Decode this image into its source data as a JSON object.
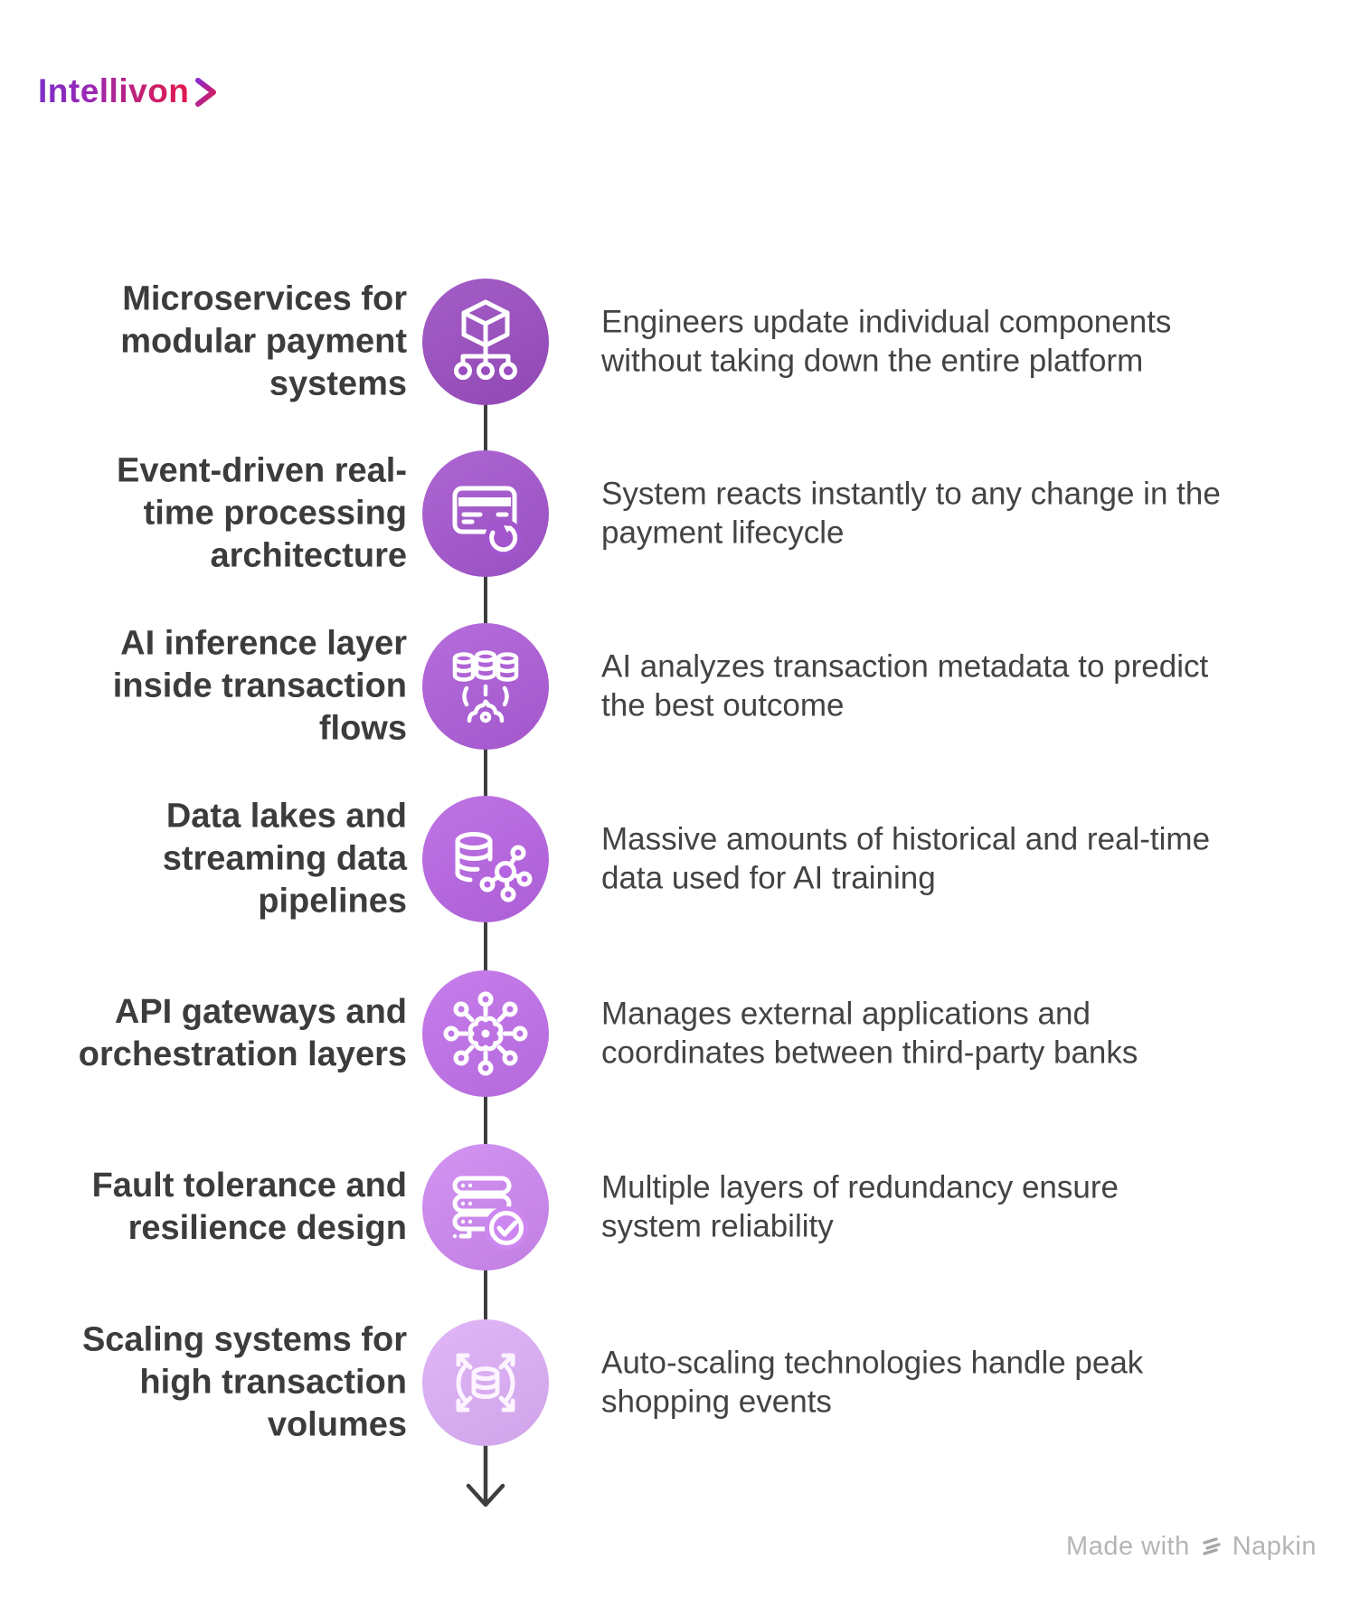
{
  "logo": {
    "text": "Intellivon"
  },
  "colors": {
    "logo_gradient_from": "#7d2ec8",
    "logo_gradient_to": "#e01a4f",
    "title_text": "#3c3c3c",
    "description_text": "#434343",
    "connector": "#3e3e40",
    "icon_stroke": "#ffffff",
    "footer_text": "#b5b5b5"
  },
  "timeline": {
    "rows": [
      {
        "title": "Microservices for\nmodular payment\nsystems",
        "description": "Engineers update individual components\nwithout taking down the entire platform",
        "icon": "cube-hierarchy-icon",
        "circle_color": "#9a4cc0"
      },
      {
        "title": "Event-driven real-\ntime processing\narchitecture",
        "description": "System reacts instantly to any change in the\npayment lifecycle",
        "icon": "card-sync-icon",
        "circle_color": "#a355cd"
      },
      {
        "title": "AI inference layer\ninside transaction\nflows",
        "description": "AI analyzes transaction metadata to predict\nthe best outcome",
        "icon": "ai-databases-gear-icon",
        "circle_color": "#ad5cd8"
      },
      {
        "title": "Data lakes and\nstreaming data\npipelines",
        "description": "Massive amounts of historical and real-time\ndata used for AI training",
        "icon": "database-network-icon",
        "circle_color": "#b764e2"
      },
      {
        "title": "API gateways and\norchestration layers",
        "description": "Manages external applications and\ncoordinates between third-party banks",
        "icon": "hub-spoke-icon",
        "circle_color": "#c06fe9"
      },
      {
        "title": "Fault tolerance and\nresilience design",
        "description": "Multiple layers of redundancy ensure\nsystem reliability",
        "icon": "server-check-icon",
        "circle_color": "#cd87f0"
      },
      {
        "title": "Scaling systems for\nhigh transaction\nvolumes",
        "description": "Auto-scaling technologies handle peak\nshopping events",
        "icon": "scale-out-icon",
        "circle_color": "#ddaef7"
      }
    ]
  },
  "footer": {
    "made_with": "Made with",
    "brand": "Napkin"
  }
}
